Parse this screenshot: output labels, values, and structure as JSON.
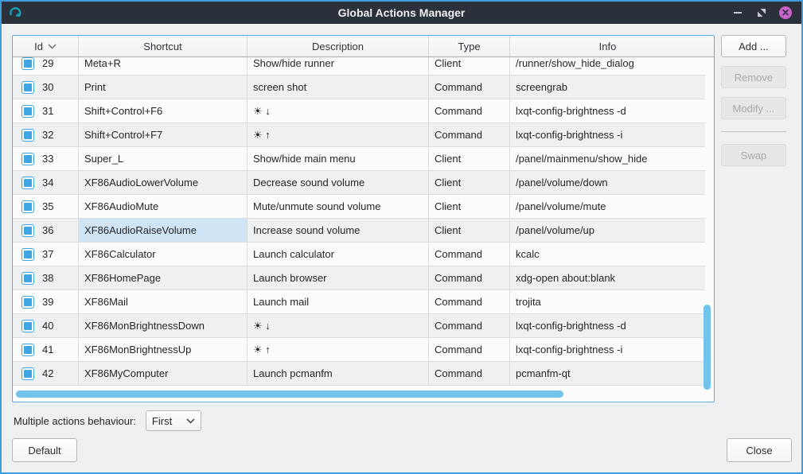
{
  "window": {
    "title": "Global Actions Manager",
    "controls": {
      "minimize": "minimize",
      "maximize": "maximize",
      "close": "close"
    }
  },
  "table": {
    "columns": [
      "Id",
      "Shortcut",
      "Description",
      "Type",
      "Info"
    ],
    "sorted_column": "Id",
    "rows": [
      {
        "id": "29",
        "checked": true,
        "shortcut": "Meta+R",
        "description": "Show/hide runner",
        "type": "Client",
        "info": "/runner/show_hide_dialog"
      },
      {
        "id": "30",
        "checked": true,
        "shortcut": "Print",
        "description": "screen shot",
        "type": "Command",
        "info": "screengrab"
      },
      {
        "id": "31",
        "checked": true,
        "shortcut": "Shift+Control+F6",
        "description": "☀ ↓",
        "type": "Command",
        "info": "lxqt-config-brightness -d"
      },
      {
        "id": "32",
        "checked": true,
        "shortcut": "Shift+Control+F7",
        "description": "☀ ↑",
        "type": "Command",
        "info": "lxqt-config-brightness -i"
      },
      {
        "id": "33",
        "checked": true,
        "shortcut": "Super_L",
        "description": "Show/hide main menu",
        "type": "Client",
        "info": "/panel/mainmenu/show_hide"
      },
      {
        "id": "34",
        "checked": true,
        "shortcut": "XF86AudioLowerVolume",
        "description": "Decrease sound volume",
        "type": "Client",
        "info": "/panel/volume/down"
      },
      {
        "id": "35",
        "checked": true,
        "shortcut": "XF86AudioMute",
        "description": "Mute/unmute sound volume",
        "type": "Client",
        "info": "/panel/volume/mute"
      },
      {
        "id": "36",
        "checked": true,
        "shortcut": "XF86AudioRaiseVolume",
        "description": "Increase sound volume",
        "type": "Client",
        "info": "/panel/volume/up",
        "highlight_cell": "shortcut"
      },
      {
        "id": "37",
        "checked": true,
        "shortcut": "XF86Calculator",
        "description": "Launch calculator",
        "type": "Command",
        "info": "kcalc"
      },
      {
        "id": "38",
        "checked": true,
        "shortcut": "XF86HomePage",
        "description": "Launch browser",
        "type": "Command",
        "info": "xdg-open about:blank"
      },
      {
        "id": "39",
        "checked": true,
        "shortcut": "XF86Mail",
        "description": "Launch mail",
        "type": "Command",
        "info": "trojita"
      },
      {
        "id": "40",
        "checked": true,
        "shortcut": "XF86MonBrightnessDown",
        "description": "☀ ↓",
        "type": "Command",
        "info": "lxqt-config-brightness -d"
      },
      {
        "id": "41",
        "checked": true,
        "shortcut": "XF86MonBrightnessUp",
        "description": "☀ ↑",
        "type": "Command",
        "info": "lxqt-config-brightness -i"
      },
      {
        "id": "42",
        "checked": true,
        "shortcut": "XF86MyComputer",
        "description": "Launch pcmanfm",
        "type": "Command",
        "info": "pcmanfm-qt"
      }
    ]
  },
  "side_buttons": {
    "add": {
      "label": "Add ...",
      "enabled": true
    },
    "remove": {
      "label": "Remove",
      "enabled": false
    },
    "modify": {
      "label": "Modify ...",
      "enabled": false
    },
    "swap": {
      "label": "Swap",
      "enabled": false
    }
  },
  "behaviour": {
    "label": "Multiple actions behaviour:",
    "value": "First"
  },
  "footer": {
    "default_label": "Default",
    "close_label": "Close"
  },
  "colors": {
    "window_border": "#3f9ddb",
    "titlebar_bg": "#2b313a",
    "accent_blue": "#3ea7e3",
    "scrollbar": "#72c3ec",
    "highlight_cell": "#cfe4f4",
    "close_button": "#cb63cd"
  }
}
